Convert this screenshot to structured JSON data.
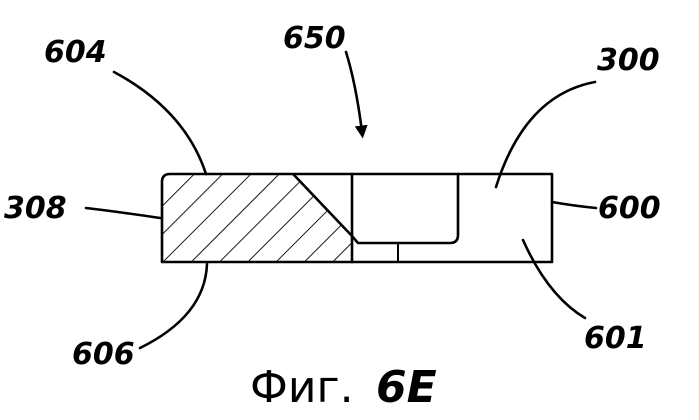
{
  "figure": {
    "labels": {
      "l650": "650",
      "l604": "604",
      "l300": "300",
      "l308": "308",
      "l600": "600",
      "l606": "606",
      "l601": "601"
    },
    "caption": {
      "prefix": "Фиг.",
      "number": "6E"
    }
  }
}
